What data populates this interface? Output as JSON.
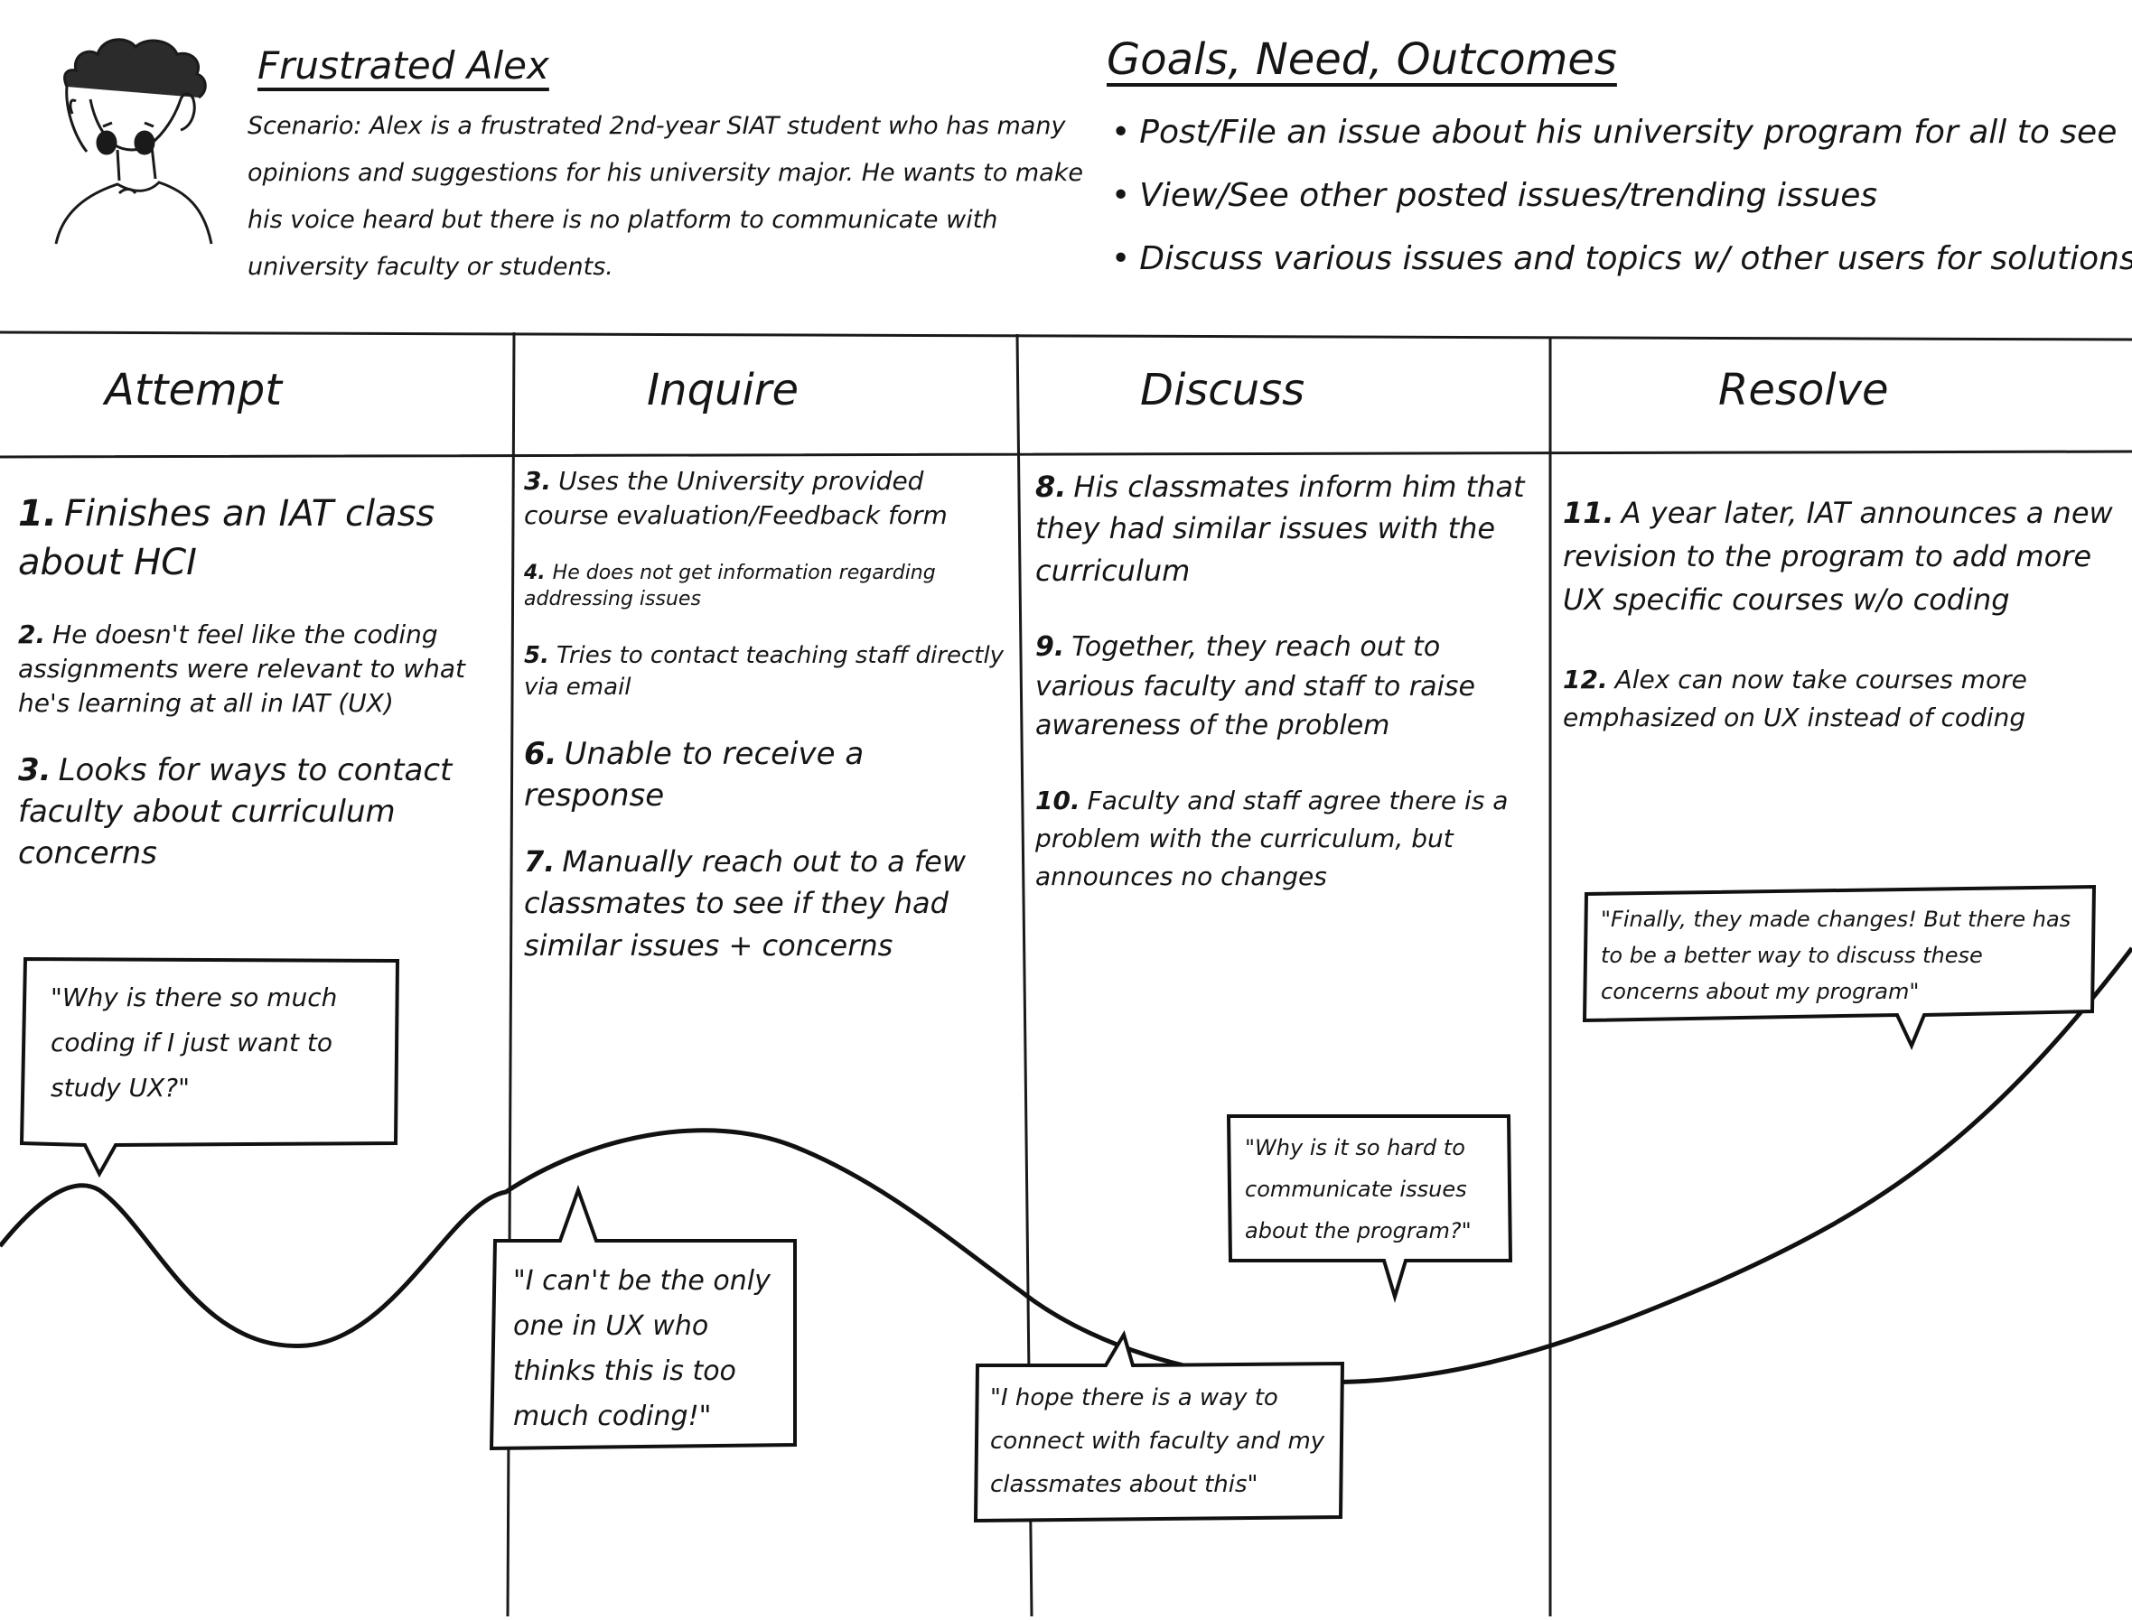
{
  "persona": {
    "name": "Frustrated Alex",
    "scenario": "Scenario: Alex is a frustrated 2nd-year SIAT student who has many opinions and suggestions for his university major. He wants to make his voice heard but there is no platform to communicate with university faculty or students."
  },
  "goals": {
    "title": "Goals, Need, Outcomes",
    "items": [
      "Post/File an issue about his university program for all to see",
      "View/See other posted issues/trending issues",
      "Discuss various issues and topics w/ other users for solutions"
    ]
  },
  "stages": [
    {
      "title": "Attempt",
      "steps": [
        {
          "num": "1.",
          "text": "Finishes an IAT class about HCI"
        },
        {
          "num": "2.",
          "text": "He doesn't feel like the coding assignments were relevant to what he's learning at all in IAT (UX)"
        },
        {
          "num": "3.",
          "text": "Looks for ways to contact faculty about curriculum concerns"
        }
      ]
    },
    {
      "title": "Inquire",
      "steps": [
        {
          "num": "3.",
          "text": "Uses the University provided course evaluation/Feedback form"
        },
        {
          "num": "4.",
          "text": "He does not get information regarding addressing issues"
        },
        {
          "num": "5.",
          "text": "Tries to contact teaching staff directly via email"
        },
        {
          "num": "6.",
          "text": "Unable to receive a response"
        },
        {
          "num": "7.",
          "text": "Manually reach out to a few classmates to see if they had similar issues + concerns"
        }
      ]
    },
    {
      "title": "Discuss",
      "steps": [
        {
          "num": "8.",
          "text": "His classmates inform him that they had similar issues with the curriculum"
        },
        {
          "num": "9.",
          "text": "Together, they reach out to various faculty and staff to raise awareness of the problem"
        },
        {
          "num": "10.",
          "text": "Faculty and staff agree there is a problem with the curriculum, but announces no changes"
        }
      ]
    },
    {
      "title": "Resolve",
      "steps": [
        {
          "num": "11.",
          "text": "A year later, IAT announces a new revision to the program to add more UX specific courses w/o coding"
        },
        {
          "num": "12.",
          "text": "Alex can now take courses more emphasized on UX instead of coding"
        }
      ]
    }
  ],
  "quotes": [
    {
      "id": "q1",
      "text": "\"Why is there so much coding if I just want to study UX?\""
    },
    {
      "id": "q2",
      "text": "\"I can't be the only one in UX who thinks this is too much coding!\""
    },
    {
      "id": "q3",
      "text": "\"Why is it so hard to communicate issues about the program?\""
    },
    {
      "id": "q4",
      "text": "\"I hope there is a way to connect with faculty and my classmates about this\""
    },
    {
      "id": "q5",
      "text": "\"Finally, they made changes! But there has to be a better way to discuss these concerns about my program\""
    }
  ]
}
